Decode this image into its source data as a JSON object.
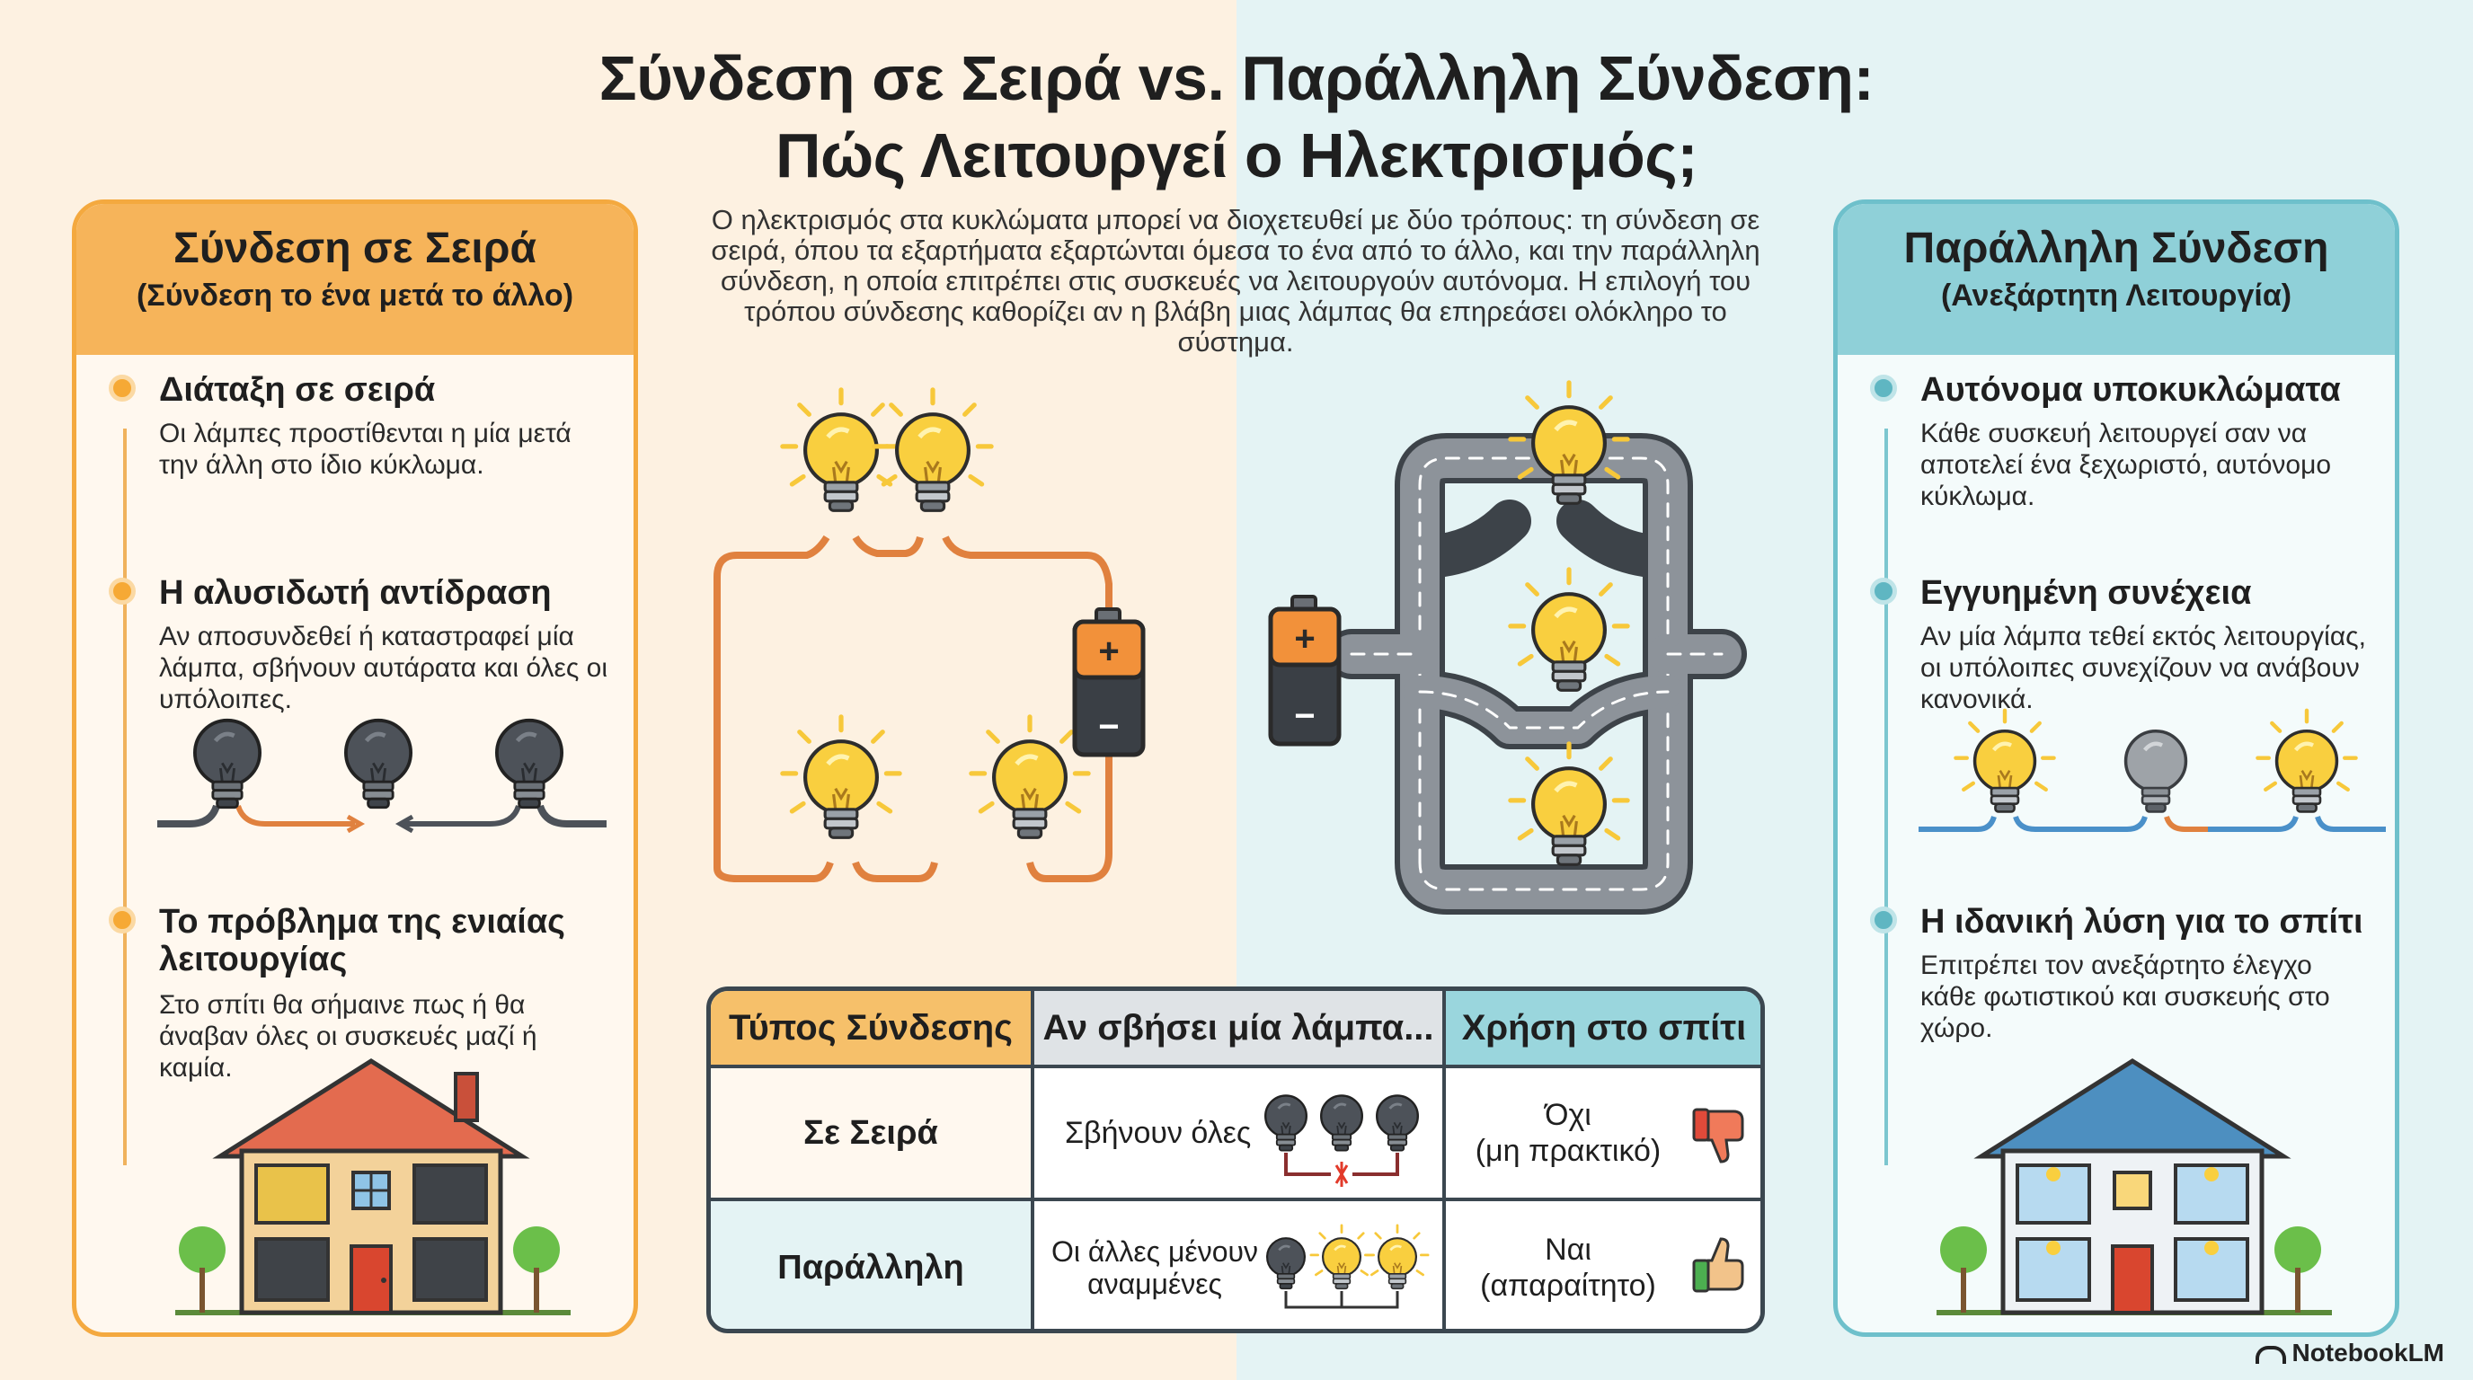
{
  "title": {
    "line1": "Σύνδεση σε Σειρά vs. Παράλληλη Σύνδεση:",
    "line2": "Πώς Λειτουργεί ο Ηλεκτρισμός;"
  },
  "intro": "Ο ηλεκτρισμός στα κυκλώματα μπορεί να διοχετευθεί με δύο τρόπους: τη σύνδεση σε σειρά, όπου τα εξαρτήματα εξαρτώνται όμεσα το ένα από το άλλο, και την παράλληλη σύνδεση, η οποία επιτρέπει στις συσκευές να λειτουργούν αυτόνομα. Η επιλογή του τρόπου σύνδεσης καθορίζει αν η βλάβη μιας λάμπας θα επηρεάσει ολόκληρο το σύστημα.",
  "left_panel": {
    "title": "Σύνδεση σε Σειρά",
    "subtitle": "(Σύνδεση το ένα μετά το άλλο)",
    "items": [
      {
        "title": "Διάταξη σε σειρά",
        "body": "Οι λάμπες προστίθενται η μία μετά την άλλη στο ίδιο κύκλωμα."
      },
      {
        "title": "Η αλυσιδωτή αντίδραση",
        "body": "Αν αποσυνδεθεί ή καταστραφεί μία λάμπα, σβήνουν αυτάρατα και όλες οι υπόλοιπες."
      },
      {
        "title": "Το πρόβλημα της ενιαίας λειτουργίας",
        "body": "Στο σπίτι θα σήμαινε πως ή θα άναβαν όλες οι συσκευές μαζί ή καμία."
      }
    ]
  },
  "right_panel": {
    "title": "Παράλληλη Σύνδεση",
    "subtitle": "(Ανεξάρτητη Λειτουργία)",
    "items": [
      {
        "title": "Αυτόνομα υποκυκλώματα",
        "body": "Κάθε συσκευή λειτουργεί σαν να αποτελεί ένα ξεχωριστό, αυτόνομο κύκλωμα."
      },
      {
        "title": "Εγγυημένη συνέχεια",
        "body": "Αν μία λάμπα τεθεί εκτός λειτουργίας, οι υπόλοιπες συνεχίζουν να ανάβουν κανονικά."
      },
      {
        "title": "Η ιδανική λύση για το σπίτι",
        "body": "Επιτρέπει τον ανεξάρτητο έλεγχο κάθε φωτιστικού και συσκευής στο χώρο."
      }
    ]
  },
  "battery": {
    "plus": "+",
    "minus": "−"
  },
  "table": {
    "headers": [
      "Τύπος Σύνδεσης",
      "Αν σβήσει μία λάμπα...",
      "Χρήση στο σπίτι"
    ],
    "rows": [
      {
        "type": "Σε Σειρά",
        "effect": "Σβήνουν όλες",
        "use_line1": "Όχι",
        "use_line2": "(μη πρακτικό)",
        "verdict_icon": "thumbs-down-icon"
      },
      {
        "type": "Παράλληλη",
        "effect_line1": "Οι άλλες μένουν",
        "effect_line2": "αναμμένες",
        "use_line1": "Ναι",
        "use_line2": "(απαραίτητο)",
        "verdict_icon": "thumbs-up-icon"
      }
    ]
  },
  "colors": {
    "series_accent": "#f4a93f",
    "parallel_accent": "#6ec0cb",
    "wire_series": "#e0813f",
    "wire_parallel": "#4a90c9",
    "bulb_on": "#f7c83a",
    "bulb_off": "#4d5259"
  },
  "brand": "NotebookLM"
}
